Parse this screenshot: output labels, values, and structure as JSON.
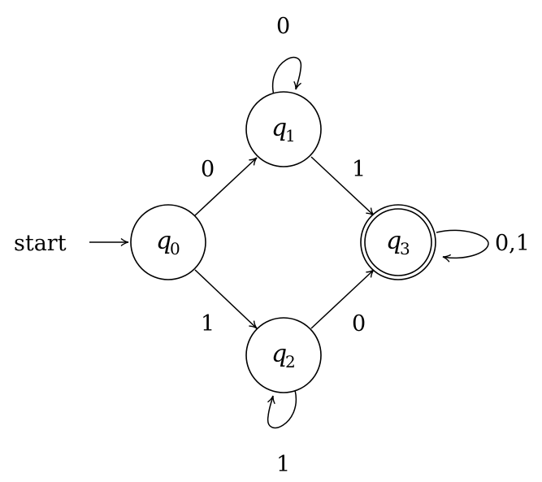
{
  "start_label": "start",
  "states": [
    {
      "name": "q",
      "subscript": "0",
      "accepting": false
    },
    {
      "name": "q",
      "subscript": "1",
      "accepting": false
    },
    {
      "name": "q",
      "subscript": "2",
      "accepting": false
    },
    {
      "name": "q",
      "subscript": "3",
      "accepting": true
    }
  ],
  "transitions": [
    {
      "from": "q0",
      "to": "q1",
      "label": "0"
    },
    {
      "from": "q0",
      "to": "q2",
      "label": "1"
    },
    {
      "from": "q1",
      "to": "q1",
      "label": "0"
    },
    {
      "from": "q1",
      "to": "q3",
      "label": "1"
    },
    {
      "from": "q2",
      "to": "q2",
      "label": "1"
    },
    {
      "from": "q2",
      "to": "q3",
      "label": "0"
    },
    {
      "from": "q3",
      "to": "q3",
      "label": "0,1"
    }
  ]
}
